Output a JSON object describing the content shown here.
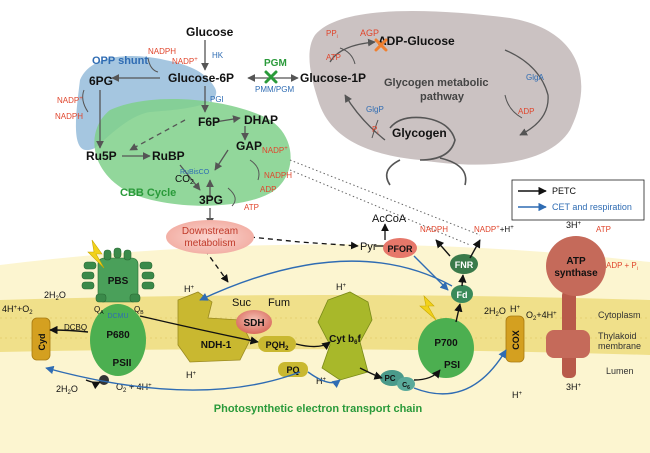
{
  "colors": {
    "opp": "#8fb8d8",
    "cbb": "#7fd08a",
    "glycogen_bg": "#b9aeae",
    "membrane": "#f0e08a",
    "cytoplasm_band": "#fbf3c8",
    "red_label": "#e0452c",
    "blue_label": "#2f6cb3",
    "green_label": "#2a9a3a",
    "petc_arrow": "#111111",
    "cet_arrow": "#2f6cb3"
  },
  "metabolites": {
    "glucose": "Glucose",
    "g6p": "Glucose-6P",
    "g1p": "Glucose-1P",
    "adp_glucose": "ADP-Glucose",
    "glycogen": "Glycogen",
    "six_pg": "6PG",
    "ru5p": "Ru5P",
    "rubp": "RuBP",
    "f6p": "F6P",
    "dhap": "DHAP",
    "gap": "GAP",
    "three_pg": "3PG",
    "co2": "CO",
    "co2_sub": "2",
    "pyr": "Pyr",
    "accoa": "AcCoA",
    "suc": "Suc",
    "fum": "Fum"
  },
  "enzymes": {
    "hk": "HK",
    "pgi": "PGI",
    "pgm": "PGM",
    "pmm_pgm": "PMM/PGM",
    "agp": "AGP",
    "glga": "GlgA",
    "glgp": "GlgP",
    "rubisco": "RuBisCO"
  },
  "cofactors": {
    "nadph": "NADPH",
    "nadp_plus": "NADP",
    "plus": "+",
    "atp": "ATP",
    "adp": "ADP",
    "pp": "PP",
    "pi_p": "P",
    "pi_i": "i",
    "h_plus": "H",
    "three_h": "3H",
    "four_h_o2": "4H",
    "o2": "O",
    "two": "2",
    "two_h2o": "2H",
    "h2o_o": "O",
    "adp_pi": "ADP + P"
  },
  "regions": {
    "opp_shunt": "OPP shunt",
    "cbb_cycle": "CBB Cycle",
    "glycogen_pathway_1": "Glycogen metabolic",
    "glycogen_pathway_2": "pathway",
    "downstream_1": "Downstream",
    "downstream_2": "metabolism",
    "cytoplasm": "Cytoplasm",
    "thylakoid_1": "Thylakoid",
    "thylakoid_2": "membrane",
    "lumen": "Lumen",
    "petc_title": "Photosynthetic electron transport chain"
  },
  "complexes": {
    "pbs": "PBS",
    "psii": "PSII",
    "p680": "P680",
    "ocmu": "DCMU",
    "qa": "Q",
    "qa_sub": "A",
    "qb": "Q",
    "qb_sub": "B",
    "dcbq": "DCBQ",
    "ndh1": "NDH-1",
    "sdh": "SDH",
    "pqh2": "PQH",
    "pqh2_sub": "2",
    "pq": "PQ",
    "cytb6f": "Cyt b",
    "cytb6f_sub": "6",
    "cytb6f_f": "f",
    "pc": "PC",
    "cc": "C",
    "cc_sub": "6",
    "psi": "PSI",
    "p700": "P700",
    "fd": "Fd",
    "fnr": "FNR",
    "pfor": "PFOR",
    "cox": "COX",
    "cyd": "Cyd",
    "atp_synthase_1": "ATP",
    "atp_synthase_2": "synthase"
  },
  "legend": {
    "petc": "PETC",
    "cet": "CET and respiration"
  }
}
